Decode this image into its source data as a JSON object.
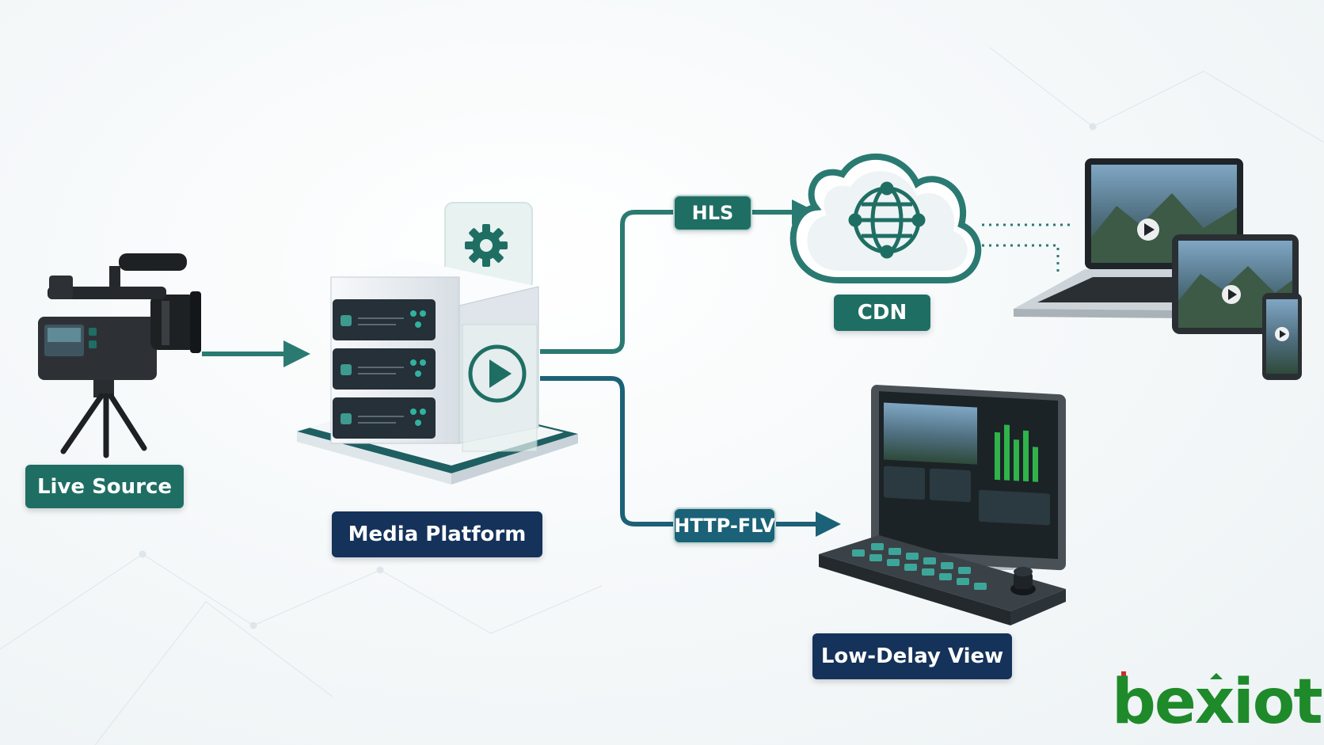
{
  "nodes": {
    "live_source": "Live Source",
    "media_platform": "Media Platform",
    "cdn": "CDN",
    "low_delay_view": "Low-Delay View"
  },
  "protocols": {
    "hls": "HLS",
    "http_flv": "HTTP-FLV"
  },
  "brand": {
    "logo_text": "bexiot"
  },
  "colors": {
    "teal": "#1f6e64",
    "navy": "#14325a",
    "flow_line": "#2a7a72",
    "logo_green": "#1e8a2a",
    "logo_red": "#d22a2a"
  },
  "icons": [
    "video-camera-icon",
    "server-rack-icon",
    "gear-icon",
    "play-icon",
    "cloud-icon",
    "globe-icon",
    "laptop-icon",
    "tablet-icon",
    "phone-icon",
    "monitor-icon",
    "control-keyboard-icon"
  ]
}
